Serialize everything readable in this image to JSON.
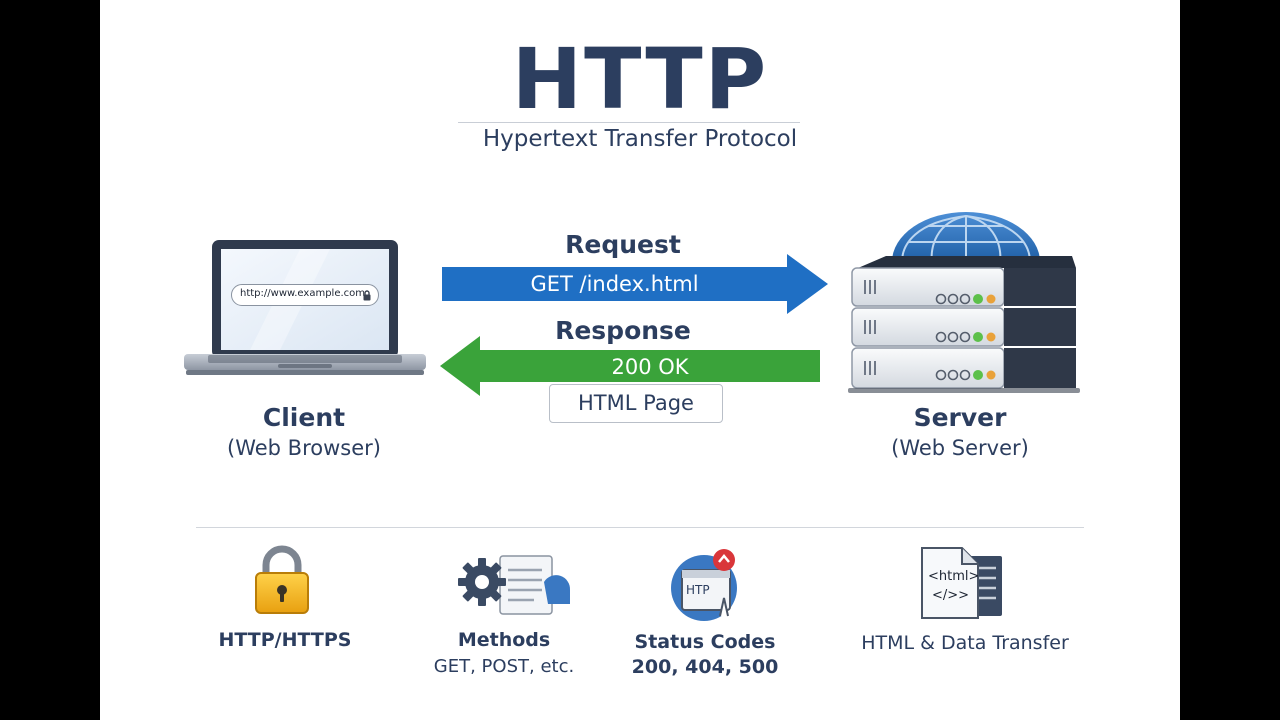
{
  "header": {
    "title": "HTTP",
    "subtitle": "Hypertext Transfer Protocol"
  },
  "client": {
    "title": "Client",
    "subtitle": "(Web Browser)",
    "address_bar": "http://www.example.com",
    "icon": "laptop-icon"
  },
  "server": {
    "title": "Server",
    "subtitle": "(Web Server)",
    "icon": "server-stack-icon"
  },
  "flows": {
    "request_label": "Request",
    "request_text": "GET /index.html",
    "response_label": "Response",
    "response_text": "200 OK",
    "response_payload": "HTML Page"
  },
  "features": [
    {
      "title": "HTTP/HTTPS",
      "subtitle": "",
      "icon": "padlock-icon"
    },
    {
      "title": "Methods",
      "subtitle": "GET, POST, etc.",
      "icon": "gear-document-icon"
    },
    {
      "title": "Status Codes",
      "subtitle": "200, 404, 500",
      "icon": "browser-status-icon",
      "badge_text": "HTP"
    },
    {
      "title": "HTML & Data Transfer",
      "subtitle": "",
      "icon": "html-document-icon",
      "doc_line1": "<html>",
      "doc_line2": "</>>"
    }
  ],
  "colors": {
    "heading": "#2c3e5f",
    "request_arrow": "#1f6fc4",
    "response_arrow": "#3aa33a",
    "server_led": "#5cc04a"
  }
}
